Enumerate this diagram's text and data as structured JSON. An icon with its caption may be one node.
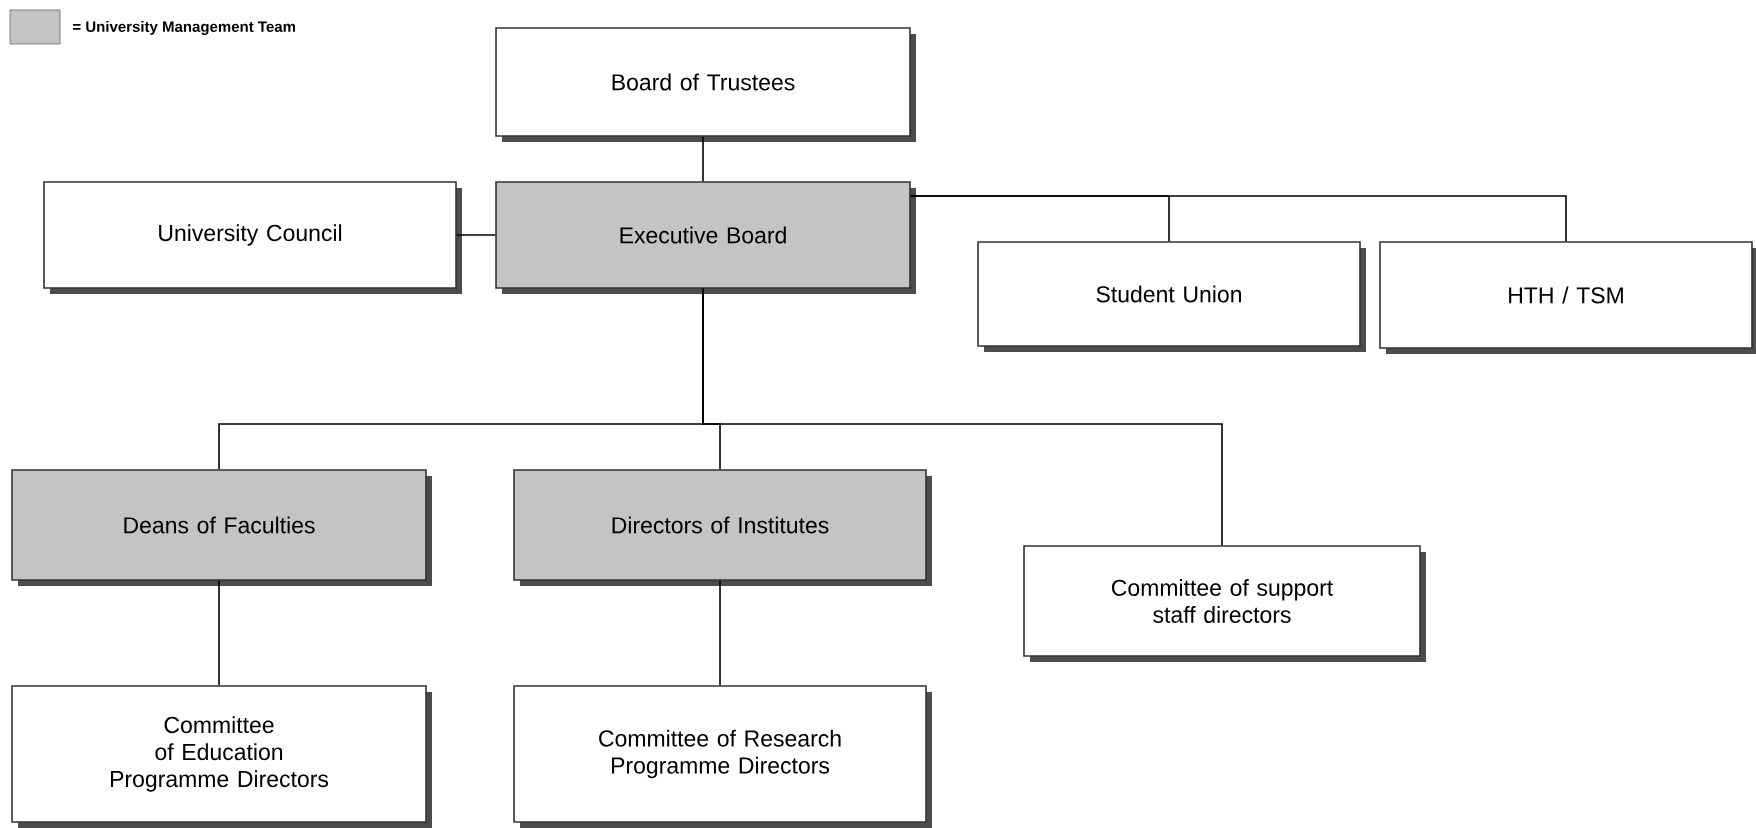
{
  "diagram": {
    "nodes": [
      {
        "text": [
          "Board of Trustees"
        ]
      },
      {
        "text": [
          "University Council"
        ]
      },
      {
        "text": [
          "Executive Board"
        ]
      },
      {
        "text": [
          "Student Union"
        ]
      },
      {
        "text": [
          "HTH / TSM"
        ]
      },
      {
        "text": [
          "Deans of Faculties"
        ]
      },
      {
        "text": [
          "Directors of Institutes"
        ]
      },
      {
        "text": [
          "Committee of support staff directors"
        ]
      },
      {
        "text": [
          "Committee of Education Programme Directors"
        ]
      },
      {
        "text": [
          "Committee of Research Programme Directors"
        ]
      }
    ],
    "edges": [
      {
        "from": 0,
        "to": 2,
        "arrow": "none"
      },
      {
        "from": 1,
        "to": 2,
        "arrow": "none"
      },
      {
        "from": 2,
        "to": 3,
        "arrow": "none"
      },
      {
        "from": 2,
        "to": 4,
        "arrow": "none"
      },
      {
        "from": 2,
        "to": 5,
        "arrow": "none"
      },
      {
        "from": 2,
        "to": 6,
        "arrow": "none"
      },
      {
        "from": 2,
        "to": 7,
        "arrow": "none"
      },
      {
        "from": 5,
        "to": 8,
        "arrow": "none"
      },
      {
        "from": 6,
        "to": 9,
        "arrow": "none"
      }
    ],
    "legend": [
      {
        "text": "= University Management Team",
        "color": "#c4c4c4"
      }
    ]
  }
}
